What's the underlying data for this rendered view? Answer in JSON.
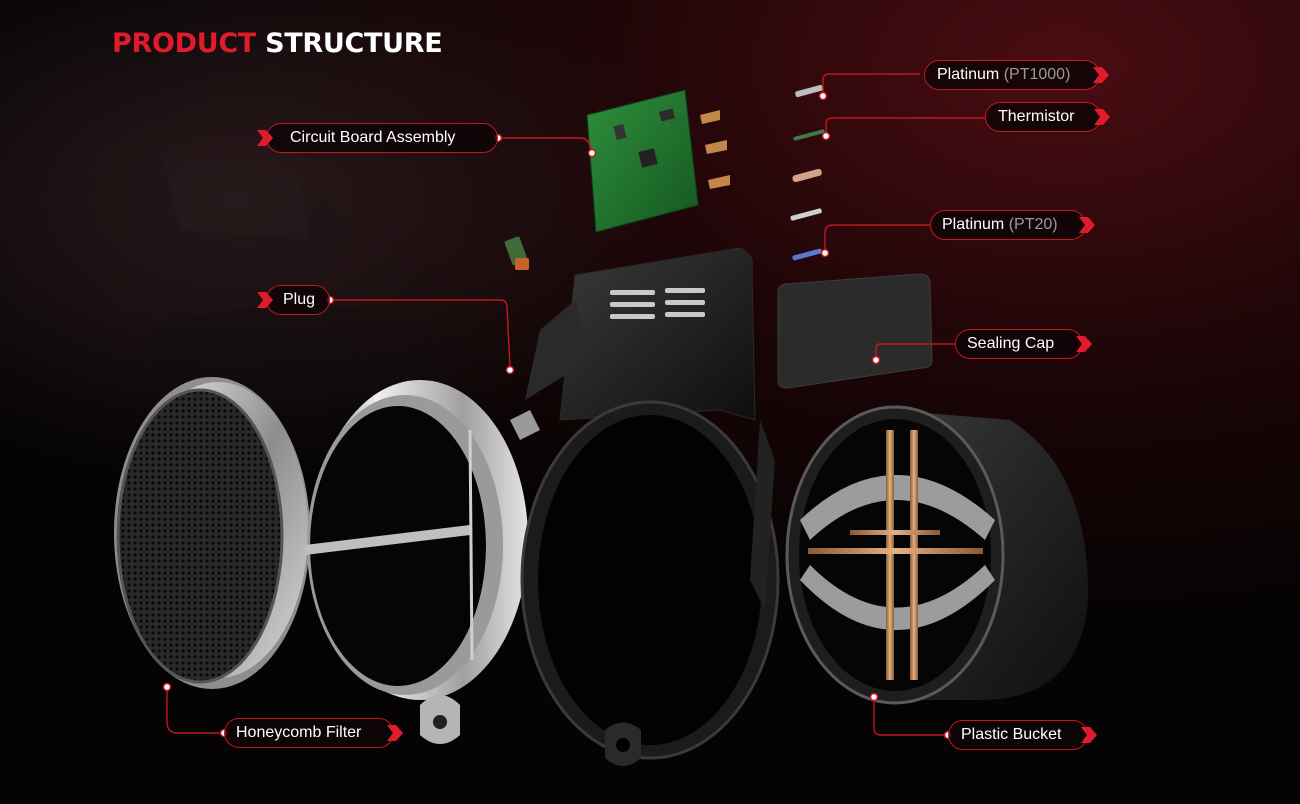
{
  "title": {
    "part1": "PRODUCT",
    "part2": "STRUCTURE"
  },
  "labels": {
    "platinum_pt1000": {
      "name": "Platinum",
      "spec": "(PT1000)"
    },
    "thermistor": "Thermistor",
    "circuit_board": "Circuit Board Assembly",
    "platinum_pt20": {
      "name": "Platinum",
      "spec": "(PT20)"
    },
    "plug": "Plug",
    "sealing_cap": "Sealing Cap",
    "honeycomb_filter": "Honeycomb Filter",
    "plastic_bucket": "Plastic Bucket"
  },
  "colors": {
    "accent": "#e01b2b",
    "background": "#050303",
    "label_text": "#ffffff",
    "muted_text": "#9a9a9a"
  }
}
